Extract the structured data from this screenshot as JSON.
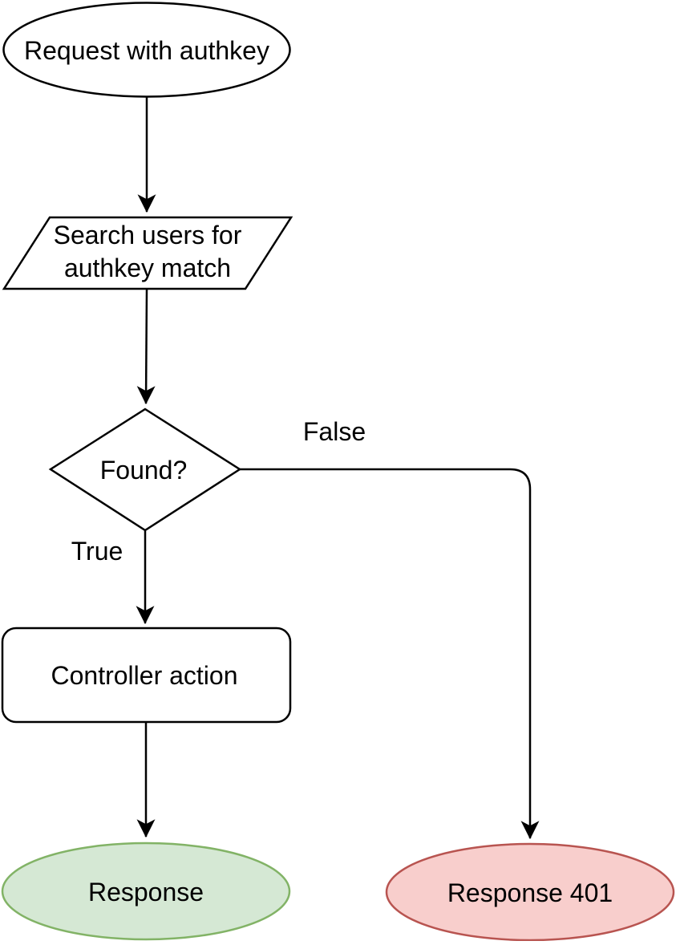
{
  "flowchart": {
    "background": "#ffffff",
    "line_color": "#000000",
    "nodes": {
      "start": {
        "label": "Request with authkey",
        "shape": "ellipse",
        "fill": "#ffffff",
        "stroke": "#000000"
      },
      "search_users": {
        "label": "Search users for authkey match",
        "label_line1": "Search users for",
        "label_line2": "authkey match",
        "shape": "parallelogram",
        "fill": "#ffffff",
        "stroke": "#000000"
      },
      "found_decision": {
        "label": "Found?",
        "shape": "diamond",
        "fill": "#ffffff",
        "stroke": "#000000"
      },
      "controller_action": {
        "label": "Controller action",
        "shape": "rounded-rectangle",
        "fill": "#ffffff",
        "stroke": "#000000"
      },
      "response_ok": {
        "label": "Response",
        "shape": "ellipse",
        "fill": "#d5e8d4",
        "stroke": "#82b366"
      },
      "response_401": {
        "label": "Response 401",
        "shape": "ellipse",
        "fill": "#f8cecc",
        "stroke": "#b85450"
      }
    },
    "edge_labels": {
      "true": "True",
      "false": "False"
    }
  }
}
